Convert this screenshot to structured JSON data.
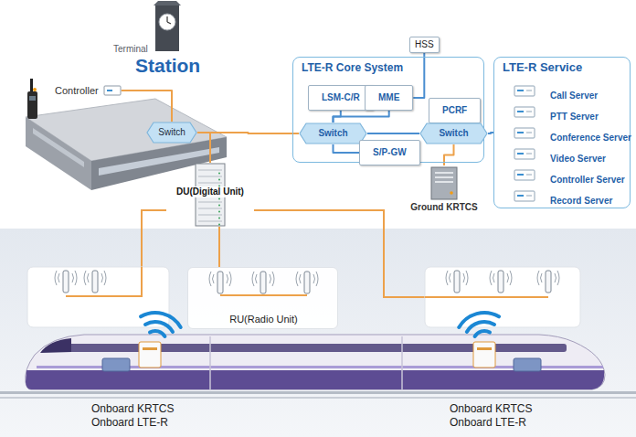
{
  "diagram": {
    "nodes": [
      {
        "text": [
          "Terminal",
          "Station"
        ]
      },
      {
        "text": [
          "Controller"
        ]
      },
      {
        "text": [
          "Switch"
        ]
      },
      {
        "text": [
          "LTE-R Core System"
        ]
      },
      {
        "text": [
          "LSM-C/R"
        ],
        "in": 3
      },
      {
        "text": [
          "MME"
        ],
        "in": 3
      },
      {
        "text": [
          "HSS"
        ]
      },
      {
        "text": [
          "Switch"
        ],
        "in": 3
      },
      {
        "text": [
          "S/P-GW"
        ],
        "in": 3
      },
      {
        "text": [
          "PCRF"
        ],
        "in": 3
      },
      {
        "text": [
          "Switch"
        ],
        "in": 3
      },
      {
        "text": [
          "Ground KRTCS"
        ]
      },
      {
        "text": [
          "LTE-R Service"
        ]
      },
      {
        "text": [
          "Call Server"
        ],
        "in": 12
      },
      {
        "text": [
          "PTT Server"
        ],
        "in": 12
      },
      {
        "text": [
          "Conference Server"
        ],
        "in": 12
      },
      {
        "text": [
          "Video Server"
        ],
        "in": 12
      },
      {
        "text": [
          "Controller Server"
        ],
        "in": 12
      },
      {
        "text": [
          "Record Server"
        ],
        "in": 12
      },
      {
        "text": [
          "DU(Digital Unit)"
        ]
      },
      {
        "text": [
          "RU(Radio Unit)"
        ]
      }
    ],
    "edges": [
      {
        "from": 1,
        "to": 2,
        "arrow": "none"
      },
      {
        "from": 2,
        "to": 7,
        "arrow": "none"
      },
      {
        "from": 19,
        "to": 2,
        "arrow": "none"
      },
      {
        "from": 4,
        "to": 7,
        "arrow": "none"
      },
      {
        "from": 5,
        "to": 7,
        "arrow": "none"
      },
      {
        "from": 6,
        "to": 5,
        "arrow": "none"
      },
      {
        "from": 7,
        "to": 8,
        "arrow": "none"
      },
      {
        "from": 7,
        "to": 10,
        "arrow": "none"
      },
      {
        "from": 9,
        "to": 10,
        "arrow": "none"
      },
      {
        "from": 10,
        "to": 12,
        "arrow": "none"
      },
      {
        "from": 10,
        "to": 11,
        "arrow": "none"
      },
      {
        "from": 19,
        "to": 20,
        "arrow": "none"
      }
    ],
    "labels": [
      "Onboard KRTCS",
      "Onboard LTE-R",
      "Onboard KRTCS",
      "Onboard LTE-R"
    ]
  }
}
